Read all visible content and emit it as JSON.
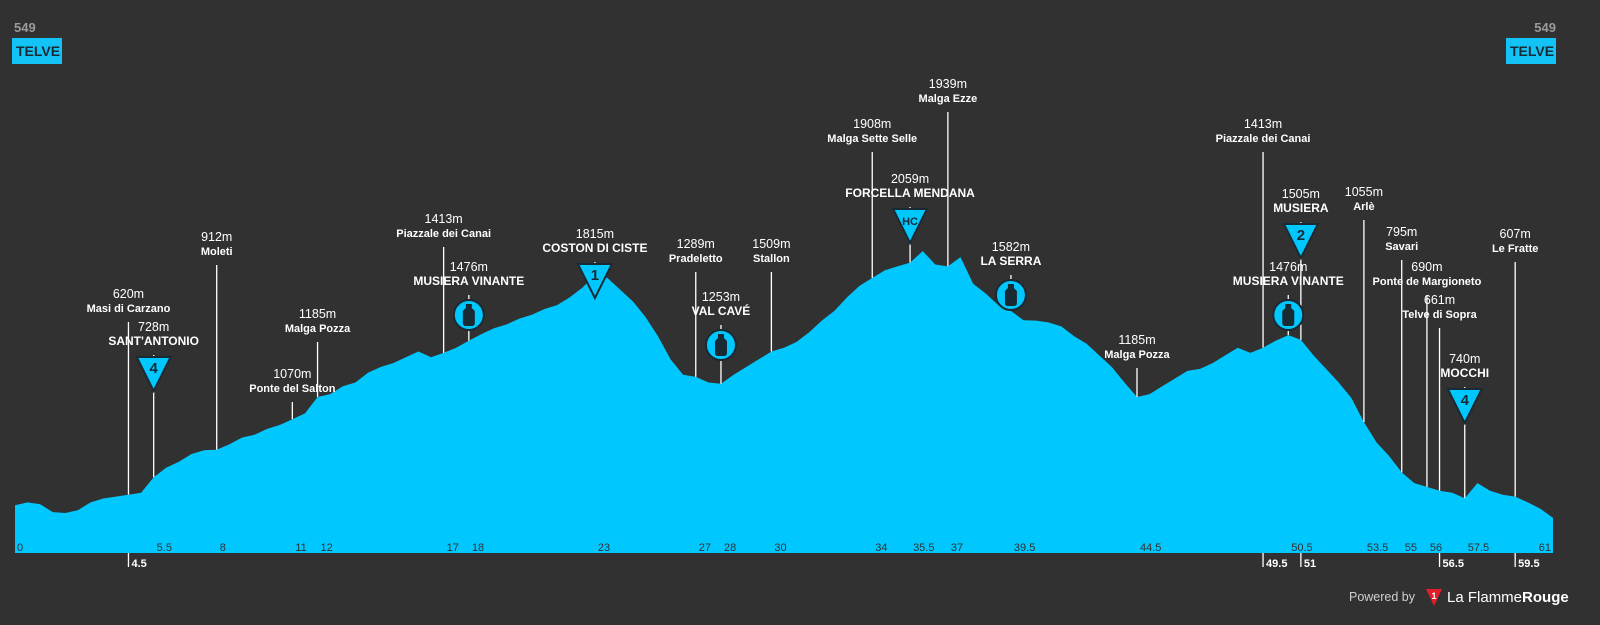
{
  "chart_data": {
    "type": "area",
    "xlim": [
      0,
      61
    ],
    "ylim": [
      549,
      2100
    ],
    "profile": {
      "x": [
        0,
        0.5,
        1,
        1.5,
        2,
        2.5,
        3,
        3.5,
        4,
        4.5,
        5,
        5.5,
        6,
        6.5,
        7,
        7.5,
        8,
        8.5,
        9,
        9.5,
        10,
        10.5,
        11,
        11.5,
        12,
        12.5,
        13,
        13.5,
        14,
        14.5,
        15,
        15.5,
        16,
        16.5,
        17,
        17.5,
        18,
        18.5,
        19,
        19.5,
        20,
        20.5,
        21,
        21.5,
        22,
        22.5,
        23,
        23.5,
        24,
        24.5,
        25,
        25.5,
        26,
        26.5,
        27,
        27.5,
        28,
        28.5,
        29,
        29.5,
        30,
        30.5,
        31,
        31.5,
        32,
        32.5,
        33,
        33.5,
        34,
        34.5,
        35,
        35.5,
        36,
        36.5,
        37,
        37.5,
        38,
        38.5,
        39,
        39.5,
        40,
        40.5,
        41,
        41.5,
        42,
        42.5,
        43,
        43.5,
        44,
        44.5,
        45,
        45.5,
        46,
        46.5,
        47,
        47.5,
        48,
        48.5,
        49,
        49.5,
        50,
        50.5,
        51,
        51.5,
        52,
        52.5,
        53,
        53.5,
        54,
        54.5,
        55,
        55.5,
        56,
        56.5,
        57,
        57.5,
        58,
        58.5,
        59,
        59.5,
        60,
        60.5,
        61
      ],
      "y": [
        625,
        640,
        630,
        590,
        585,
        600,
        640,
        660,
        670,
        680,
        690,
        770,
        820,
        850,
        890,
        910,
        912,
        940,
        975,
        990,
        1020,
        1040,
        1070,
        1100,
        1185,
        1200,
        1240,
        1260,
        1310,
        1340,
        1360,
        1390,
        1420,
        1390,
        1413,
        1440,
        1476,
        1510,
        1540,
        1560,
        1590,
        1610,
        1640,
        1660,
        1700,
        1750,
        1815,
        1800,
        1740,
        1680,
        1600,
        1500,
        1380,
        1300,
        1289,
        1260,
        1253,
        1300,
        1340,
        1380,
        1420,
        1440,
        1470,
        1520,
        1580,
        1630,
        1700,
        1760,
        1800,
        1840,
        1860,
        1880,
        1939,
        1870,
        1860,
        1908,
        1770,
        1720,
        1660,
        1630,
        1582,
        1580,
        1570,
        1550,
        1500,
        1460,
        1400,
        1340,
        1260,
        1185,
        1200,
        1240,
        1280,
        1320,
        1330,
        1360,
        1400,
        1440,
        1413,
        1440,
        1476,
        1505,
        1480,
        1400,
        1330,
        1260,
        1180,
        1055,
        950,
        880,
        795,
        740,
        720,
        700,
        690,
        661,
        740,
        700,
        680,
        670,
        640,
        607,
        560,
        549,
        600
      ]
    },
    "ticks": [
      {
        "x": 0,
        "label": "0",
        "dist": "0"
      },
      {
        "x": 4.5,
        "label": "4.5",
        "dist": "4.5"
      },
      {
        "x": 5.5,
        "label": "5.5",
        "dist": "5.5"
      },
      {
        "x": 8,
        "label": "8",
        "dist": "8"
      },
      {
        "x": 11,
        "label": "11",
        "dist": "11"
      },
      {
        "x": 12,
        "label": "12",
        "dist": "12"
      },
      {
        "x": 17,
        "label": "17",
        "dist": "17"
      },
      {
        "x": 18,
        "label": "18",
        "dist": "18"
      },
      {
        "x": 23,
        "label": "23",
        "dist": "23"
      },
      {
        "x": 27,
        "label": "27",
        "dist": "27"
      },
      {
        "x": 28,
        "label": "28",
        "dist": "28"
      },
      {
        "x": 30,
        "label": "30",
        "dist": "30"
      },
      {
        "x": 34,
        "label": "34",
        "dist": "34"
      },
      {
        "x": 35.5,
        "label": "35.5",
        "dist": "35.5"
      },
      {
        "x": 37,
        "label": "37",
        "dist": "37"
      },
      {
        "x": 39.5,
        "label": "39.5",
        "dist": "39.5"
      },
      {
        "x": 44.5,
        "label": "44.5",
        "dist": "44.5"
      },
      {
        "x": 49.5,
        "label": "49.5",
        "dist": "49.5"
      },
      {
        "x": 50.5,
        "label": "50.5",
        "dist": "50.5"
      },
      {
        "x": 51,
        "label": "51",
        "dist": "51"
      },
      {
        "x": 53.5,
        "label": "53.5",
        "dist": "53.5"
      },
      {
        "x": 55,
        "label": "55",
        "dist": "55"
      },
      {
        "x": 56,
        "label": "56",
        "dist": "56"
      },
      {
        "x": 56.5,
        "label": "56.5",
        "dist": "56.5"
      },
      {
        "x": 57.5,
        "label": "57.5",
        "dist": "57.5"
      },
      {
        "x": 59.5,
        "label": "59.5",
        "dist": "59.5"
      },
      {
        "x": 61,
        "label": "61",
        "dist": "61"
      }
    ],
    "waypoints": [
      {
        "km": 4.5,
        "alt": "620m",
        "name": "Masi di Carzano",
        "bold": false,
        "badge": ""
      },
      {
        "km": 5.5,
        "alt": "728m",
        "name": "SANT'ANTONIO",
        "bold": true,
        "badge": "4"
      },
      {
        "km": 8,
        "alt": "912m",
        "name": "Moleti",
        "bold": false,
        "badge": ""
      },
      {
        "km": 11,
        "alt": "1070m",
        "name": "Ponte del Salton",
        "bold": false,
        "badge": ""
      },
      {
        "km": 12,
        "alt": "1185m",
        "name": "Malga Pozza",
        "bold": false,
        "badge": ""
      },
      {
        "km": 17,
        "alt": "1413m",
        "name": "Piazzale dei Canai",
        "bold": false,
        "badge": ""
      },
      {
        "km": 18,
        "alt": "1476m",
        "name": "MUSIERA VINANTE",
        "bold": true,
        "badge": "bottle"
      },
      {
        "km": 23,
        "alt": "1815m",
        "name": "COSTON DI CISTE",
        "bold": true,
        "badge": "1"
      },
      {
        "km": 27,
        "alt": "1289m",
        "name": "Pradeletto",
        "bold": false,
        "badge": ""
      },
      {
        "km": 28,
        "alt": "1253m",
        "name": "VAL CAVÉ",
        "bold": true,
        "badge": "bottle"
      },
      {
        "km": 30,
        "alt": "1509m",
        "name": "Stallon",
        "bold": false,
        "badge": ""
      },
      {
        "km": 34,
        "alt": "1908m",
        "name": "Malga Sette Selle",
        "bold": false,
        "badge": ""
      },
      {
        "km": 35.5,
        "alt": "2059m",
        "name": "FORCELLA MENDANA",
        "bold": true,
        "badge": "HC"
      },
      {
        "km": 37,
        "alt": "1939m",
        "name": "Malga Ezze",
        "bold": false,
        "badge": ""
      },
      {
        "km": 39.5,
        "alt": "1582m",
        "name": "LA SERRA",
        "bold": true,
        "badge": "bottle"
      },
      {
        "km": 44.5,
        "alt": "1185m",
        "name": "Malga Pozza",
        "bold": false,
        "badge": ""
      },
      {
        "km": 49.5,
        "alt": "1413m",
        "name": "Piazzale dei Canai",
        "bold": false,
        "badge": ""
      },
      {
        "km": 50.5,
        "alt": "1476m",
        "name": "MUSIERA VINANTE",
        "bold": true,
        "badge": "bottle"
      },
      {
        "km": 51,
        "alt": "1505m",
        "name": "MUSIERA",
        "bold": true,
        "badge": "2"
      },
      {
        "km": 53.5,
        "alt": "1055m",
        "name": "Arlè",
        "bold": false,
        "badge": ""
      },
      {
        "km": 55,
        "alt": "795m",
        "name": "Savari",
        "bold": false,
        "badge": ""
      },
      {
        "km": 56,
        "alt": "690m",
        "name": "Ponte de Margioneto",
        "bold": false,
        "badge": ""
      },
      {
        "km": 56.5,
        "alt": "661m",
        "name": "Telve di Sopra",
        "bold": false,
        "badge": ""
      },
      {
        "km": 57.5,
        "alt": "740m",
        "name": "MOCCHI",
        "bold": true,
        "badge": "4"
      },
      {
        "km": 59.5,
        "alt": "607m",
        "name": "Le Fratte",
        "bold": false,
        "badge": ""
      }
    ],
    "start": {
      "alt": "549",
      "name": "TELVE"
    },
    "finish": {
      "alt": "549",
      "name": "TELVE"
    }
  },
  "branding": {
    "powered": "Powered by",
    "logo_mark": "1",
    "brand_a": "La Flamme",
    "brand_b": "Rouge"
  },
  "colors": {
    "background": "#313131",
    "profile": "#00c8ff",
    "label_box": "#13c3f5",
    "line": "#ffffff"
  }
}
